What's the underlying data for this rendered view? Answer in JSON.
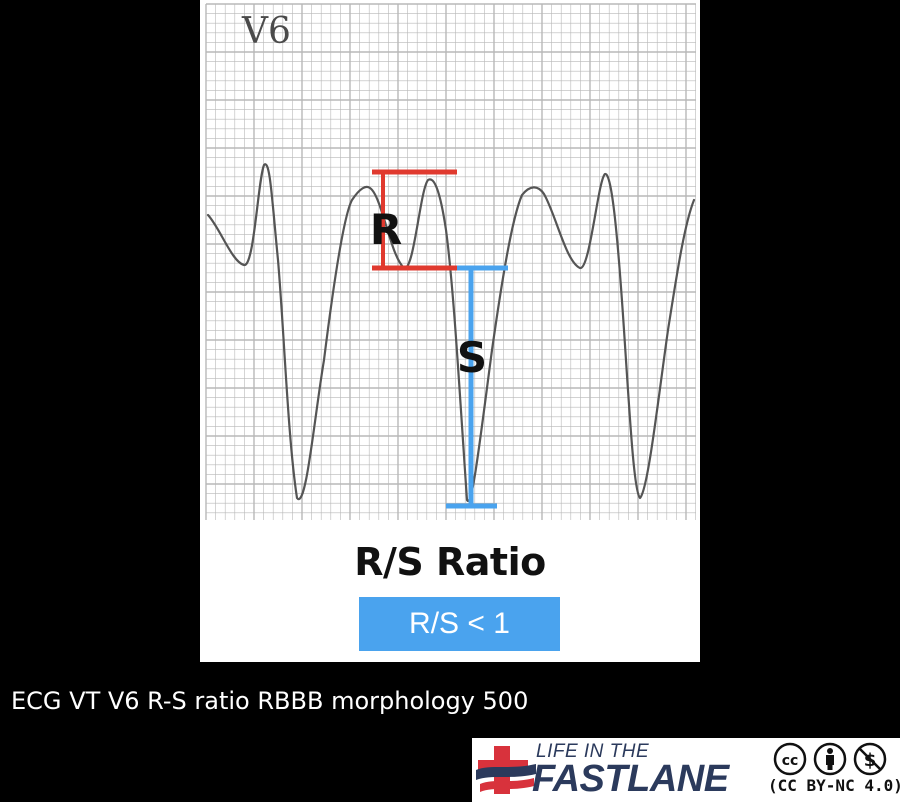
{
  "figure": {
    "lead_label": "V6",
    "r_label": "R",
    "s_label": "S",
    "ratio_title": "R/S Ratio",
    "ratio_badge": "R/S < 1"
  },
  "caption": "ECG VT V6 R-S ratio RBBB morphology 500",
  "logo": {
    "line1": "LIFE IN THE",
    "line2": "FASTLANE",
    "license": "(CC BY-NC 4.0)",
    "icons": [
      "cc-icon",
      "attribution-icon",
      "noncommercial-icon"
    ]
  },
  "colors": {
    "r_marker": "#e03a2f",
    "s_marker": "#4aa3ee",
    "badge": "#4aa3ee",
    "trace": "#555555",
    "grid": "#b8b8b8",
    "logo_text": "#2b3a5c",
    "logo_red": "#d8323c"
  }
}
